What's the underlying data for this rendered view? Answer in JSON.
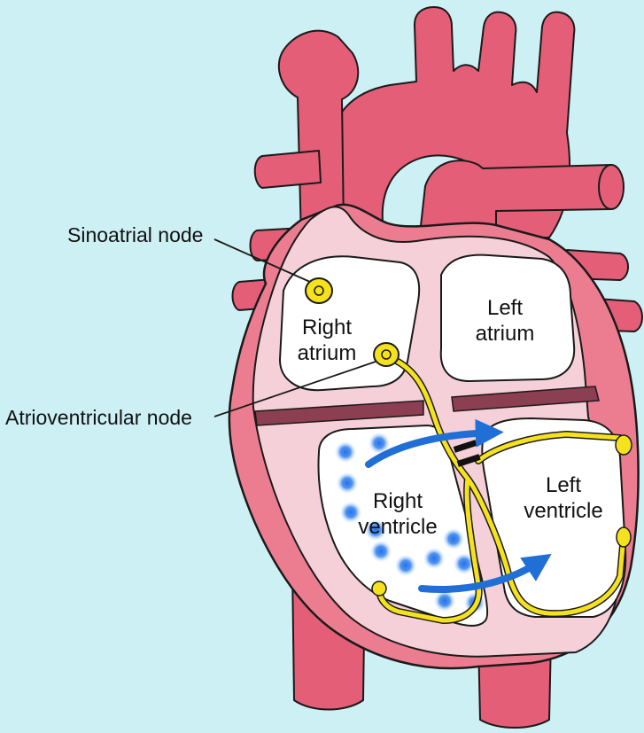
{
  "labels": {
    "sinoatrial_node": "Sinoatrial node",
    "atrioventricular_node": "Atrioventricular node",
    "right_atrium": [
      "Right",
      "atrium"
    ],
    "left_atrium": [
      "Left",
      "atrium"
    ],
    "right_ventricle": [
      "Right",
      "ventricle"
    ],
    "left_ventricle": [
      "Left",
      "ventricle"
    ]
  },
  "colors": {
    "background": "#cdf0f4",
    "vessel": "#e45e78",
    "outer_wall": "#ec7d90",
    "inner_wall": "#f6d0d8",
    "chamber": "#ffffff",
    "septum_band": "#8c3e52",
    "conduction_path": "#f5e21c",
    "impulse_dot": "#3b84ee",
    "flow_arrow": "#1f6fd6",
    "outline": "#1a1a1a"
  },
  "icons": [
    "blood-flow-arrow",
    "impulse-dot",
    "av-block-marker"
  ]
}
